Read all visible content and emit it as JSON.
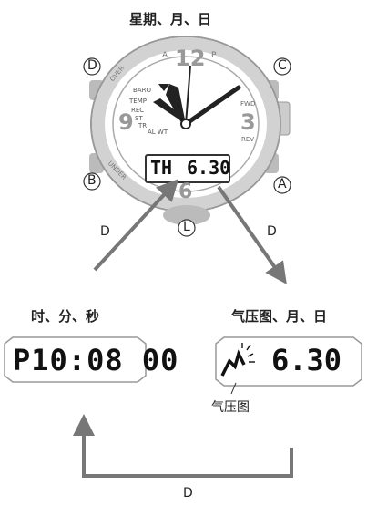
{
  "top_label": "星期、月、日",
  "watch": {
    "buttons": {
      "top_left": "D",
      "top_right": "C",
      "bottom_left": "B",
      "bottom_right": "A",
      "bottom_center": "L"
    },
    "bezel": {
      "over": "OVER",
      "under": "UNDER"
    },
    "dial_numerals": {
      "twelve": "12",
      "three": "3",
      "six": "6",
      "nine": "9"
    },
    "dial_marks": {
      "a": "A",
      "p": "P"
    },
    "side_labels": {
      "fwd": "FWD",
      "rev": "REV"
    },
    "mode_labels": [
      "BARO",
      "TEMP",
      "REC",
      "ST",
      "TR",
      "AL WT"
    ],
    "lcd": {
      "day": "TH",
      "date": "6.30"
    }
  },
  "arrow_labels": {
    "left": "D",
    "right": "D",
    "bottom": "D"
  },
  "left_panel": {
    "title": "时、分、秒",
    "display": "P10:08 00"
  },
  "right_panel": {
    "title": "气压图、月、日",
    "date": "6.30",
    "graph_label": "气压图"
  }
}
